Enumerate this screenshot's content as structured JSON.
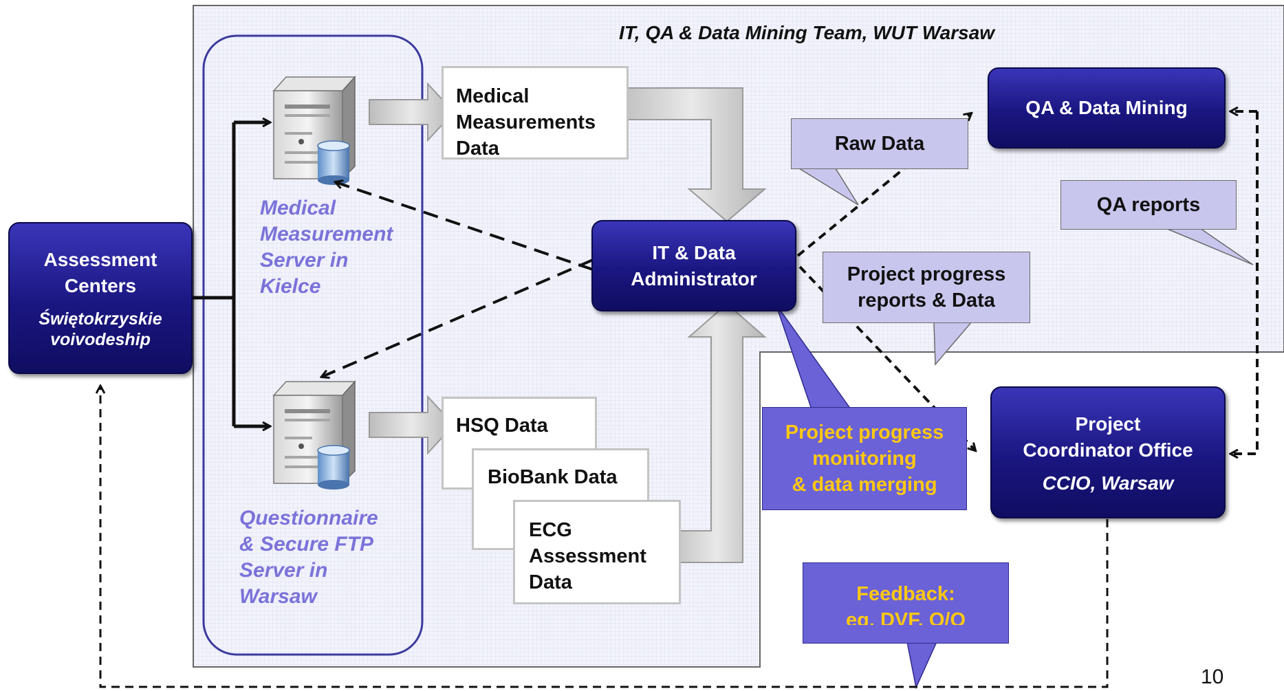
{
  "team_label": "IT, QA & Data Mining Team,  WUT Warsaw",
  "assessment_centers": {
    "title_line1": "Assessment",
    "title_line2": "Centers",
    "sub_line1": "Świętokrzyskie",
    "sub_line2": "voivodeship"
  },
  "server_kielce": {
    "line1": "Medical",
    "line2": "Measurement",
    "line3": "Server in",
    "line4": "Kielce"
  },
  "server_warsaw": {
    "line1": "Questionnaire",
    "line2": "& Secure FTP",
    "line3": "Server in",
    "line4": "Warsaw"
  },
  "doc_medical": {
    "line1": "Medical",
    "line2": "Measurements",
    "line3": "Data"
  },
  "doc_hsq": "HSQ Data",
  "doc_biobank": "BioBank Data",
  "doc_ecg": {
    "line1": "ECG",
    "line2": "Assessment",
    "line3": "Data"
  },
  "it_admin": {
    "line1": "IT & Data",
    "line2": "Administrator"
  },
  "qa_mining": "QA &  Data Mining",
  "raw_data": "Raw Data",
  "qa_reports": "QA reports",
  "project_progress": {
    "line1": "Project progress",
    "line2": "reports & Data"
  },
  "monitoring": {
    "line1": "Project progress",
    "line2": "monitoring",
    "line3": "& data merging"
  },
  "coordinator": {
    "line1": "Project",
    "line2": "Coordinator Office",
    "sub": "CCIO, Warsaw"
  },
  "feedback": {
    "line1": "Feedback:",
    "line2": "eg. DVF, Q/Q"
  },
  "page_number": "10",
  "colors": {
    "dark_node": "#1a1680",
    "callout_fill": "#c9c6ee",
    "purple_callout": "#6a62d6",
    "orange_text": "#ffc814",
    "server_label": "#7b72d9",
    "team_area": "#eef0fb"
  }
}
